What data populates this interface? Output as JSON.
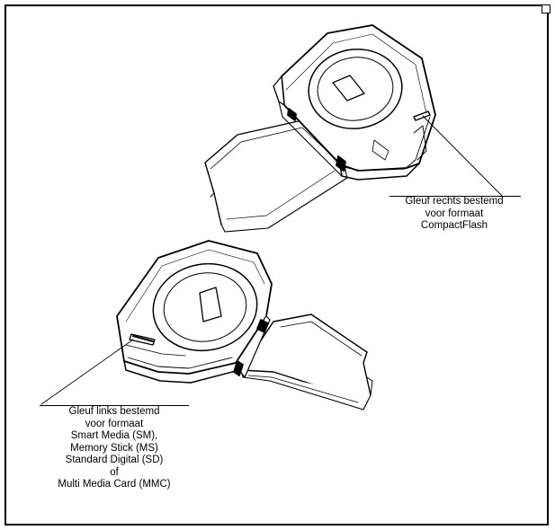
{
  "labels": {
    "right_slot": {
      "lines": [
        "Gleuf rechts bestemd",
        "voor formaat",
        "CompactFlash"
      ]
    },
    "left_slot": {
      "lines": [
        "Gleuf links bestemd",
        "voor formaat",
        "Smart Media (SM),",
        "Memory Stick (MS)",
        "Standard Digital (SD)",
        "of",
        "Multi Media Card (MMC)"
      ]
    }
  },
  "colors": {
    "ink": "#000000",
    "paper": "#ffffff"
  }
}
